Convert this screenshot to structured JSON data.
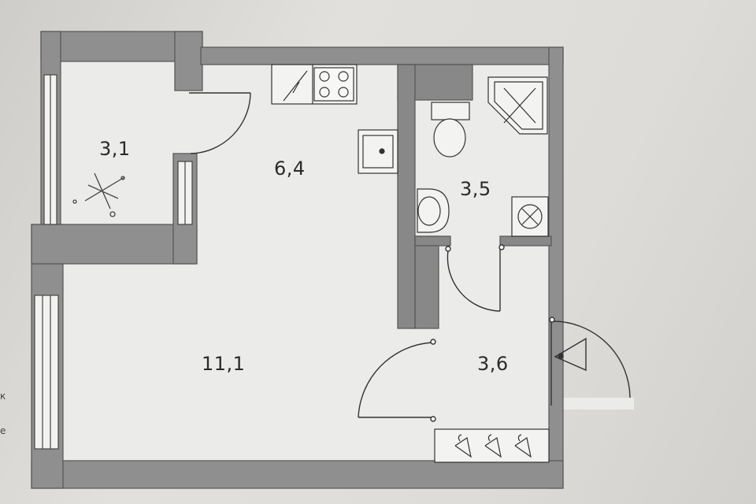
{
  "rooms": [
    {
      "id": "loggia",
      "area": "3,1"
    },
    {
      "id": "kitchen",
      "area": "6,4"
    },
    {
      "id": "living-room",
      "area": "11,1"
    },
    {
      "id": "bathroom",
      "area": "3,5"
    },
    {
      "id": "hallway",
      "area": "3,6"
    }
  ],
  "margin_text": [
    "к",
    "е"
  ],
  "colors": {
    "wall": "#8e8e8e",
    "wall_dark": "#7a7a7a",
    "floor": "#ebebe9",
    "line": "#3a3a3a"
  }
}
